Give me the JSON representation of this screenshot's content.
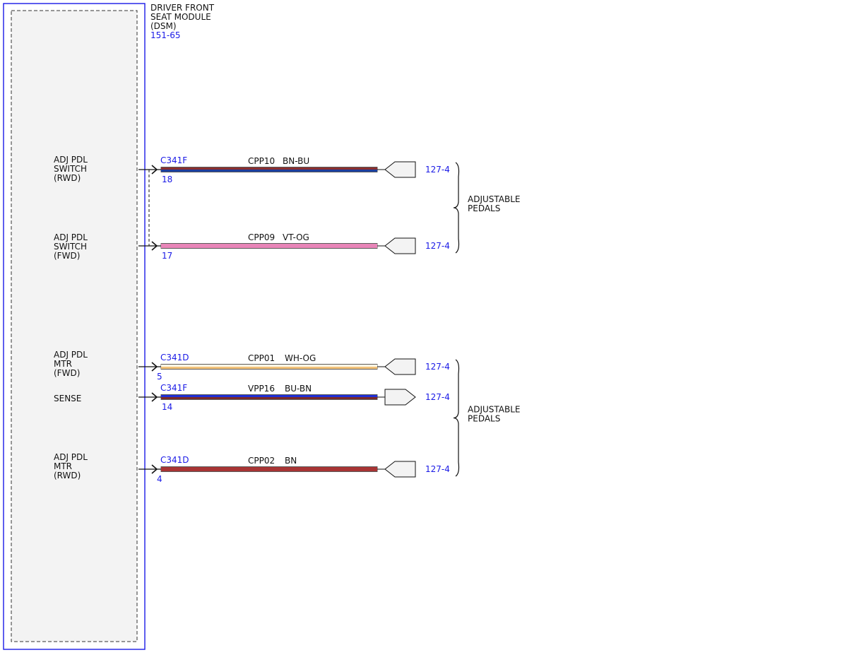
{
  "module": {
    "title_lines": [
      "DRIVER FRONT",
      "SEAT MODULE",
      "(DSM)"
    ],
    "page_ref": "151-65",
    "colors": {
      "outline": "#1a1ae6",
      "fill": "#f3f3f3"
    }
  },
  "circuits": [
    {
      "pin_label": [
        "ADJ PDL",
        "SWITCH",
        "(RWD)"
      ],
      "connector": "C341F",
      "pin": "18",
      "circuit": "CPP10",
      "color_code": "BN-BU",
      "wire_colors": [
        "#8b2f2f",
        "#1a3fa0"
      ],
      "terminal": "pentagon-left",
      "ref": "127-4"
    },
    {
      "pin_label": [
        "ADJ PDL",
        "SWITCH",
        "(FWD)"
      ],
      "connector": "",
      "pin": "17",
      "circuit": "CPP09",
      "color_code": "VT-OG",
      "wire_colors": [
        "#e885b8",
        "#e885b8"
      ],
      "terminal": "pentagon-left",
      "ref": "127-4"
    },
    {
      "pin_label": [
        "ADJ PDL",
        "MTR",
        "(FWD)"
      ],
      "connector": "C341D",
      "pin": "5",
      "circuit": "CPP01",
      "color_code": "WH-OG",
      "wire_colors": [
        "#fff8e6",
        "#f2c27a"
      ],
      "terminal": "pentagon-left",
      "ref": "127-4"
    },
    {
      "pin_label": [
        "SENSE"
      ],
      "connector": "C341F",
      "pin": "14",
      "circuit": "VPP16",
      "color_code": "BU-BN",
      "wire_colors": [
        "#1f2fd6",
        "#7a2a2a"
      ],
      "terminal": "pentagon-right",
      "ref": "127-4"
    },
    {
      "pin_label": [
        "ADJ PDL",
        "MTR",
        "(RWD)"
      ],
      "connector": "C341D",
      "pin": "4",
      "circuit": "CPP02",
      "color_code": "BN",
      "wire_colors": [
        "#a83434",
        "#a83434"
      ],
      "terminal": "pentagon-left",
      "ref": "127-4"
    }
  ],
  "groups": [
    {
      "label_lines": [
        "ADJUSTABLE",
        "PEDALS"
      ],
      "circuit_indices": [
        0,
        1
      ]
    },
    {
      "label_lines": [
        "ADJUSTABLE",
        "PEDALS"
      ],
      "circuit_indices": [
        2,
        3,
        4
      ]
    }
  ]
}
